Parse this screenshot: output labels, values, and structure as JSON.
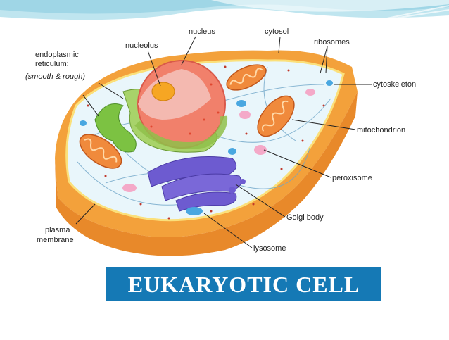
{
  "labels": {
    "nucleus": "nucleus",
    "cytosol": "cytosol",
    "nucleolus": "nucleolus",
    "ribosomes": "ribosomes",
    "er_line1": "endoplasmic",
    "er_line2": "reticulum:",
    "er_line3": "(smooth & rough)",
    "cytoskeleton": "cytoskeleton",
    "mitochondrion": "mitochondrion",
    "peroxisome": "peroxisome",
    "golgi": "Golgi body",
    "plasma_line1": "plasma",
    "plasma_line2": "membrane",
    "lysosome": "lysosome"
  },
  "title": "EUKARYOTIC CELL",
  "colors": {
    "header_band": "#9fd6e6",
    "title_banner": "#1579b5",
    "cell_wall": "#f3a13b",
    "cytoplasm": "#e9f6fb",
    "nucleus": "#f1806b",
    "nucleolus": "#f6a623",
    "golgi": "#6d5bd0",
    "mitochondria": "#f08a3c",
    "er_green": "#7cc242",
    "lysosome": "#49a7e0",
    "peroxisome": "#f4a9c8"
  }
}
